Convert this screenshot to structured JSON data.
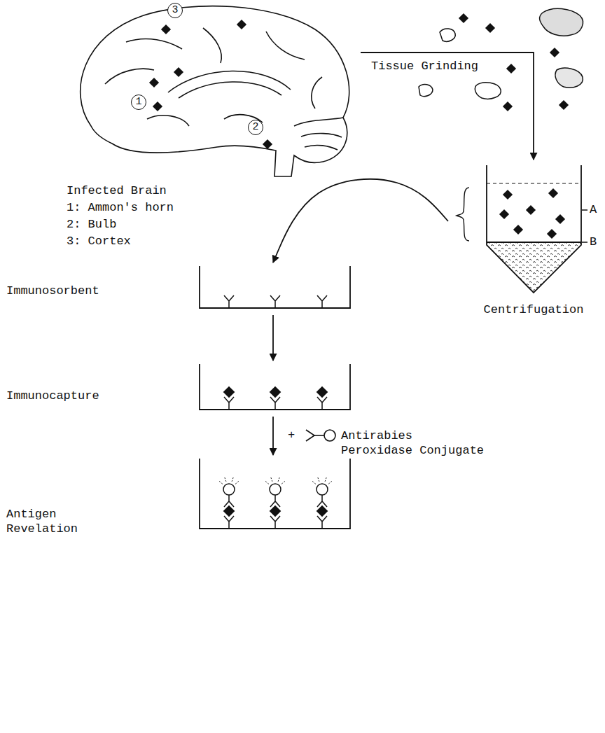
{
  "diagram": {
    "nodes": [
      {
        "text": [
          "Infected Brain",
          "1: Ammon's horn",
          "2: Bulb",
          "3: Cortex"
        ]
      },
      {
        "text": [
          "Centrifugation"
        ]
      },
      {
        "text": [
          "Immunosorbent"
        ]
      },
      {
        "text": [
          "Immunocapture"
        ]
      },
      {
        "text": [
          "Antigen Revelation"
        ]
      }
    ],
    "edges": [
      {
        "from": 0,
        "to": 1,
        "arrow": "to",
        "label": "Tissue Grinding"
      },
      {
        "from": 1,
        "to": 2,
        "arrow": "to"
      },
      {
        "from": 2,
        "to": 3,
        "arrow": "to"
      },
      {
        "from": 3,
        "to": 4,
        "arrow": "to"
      }
    ],
    "labels": [
      "1",
      "2",
      "3",
      "A",
      "B",
      "+",
      "Antirabies Peroxidase Conjugate"
    ]
  }
}
